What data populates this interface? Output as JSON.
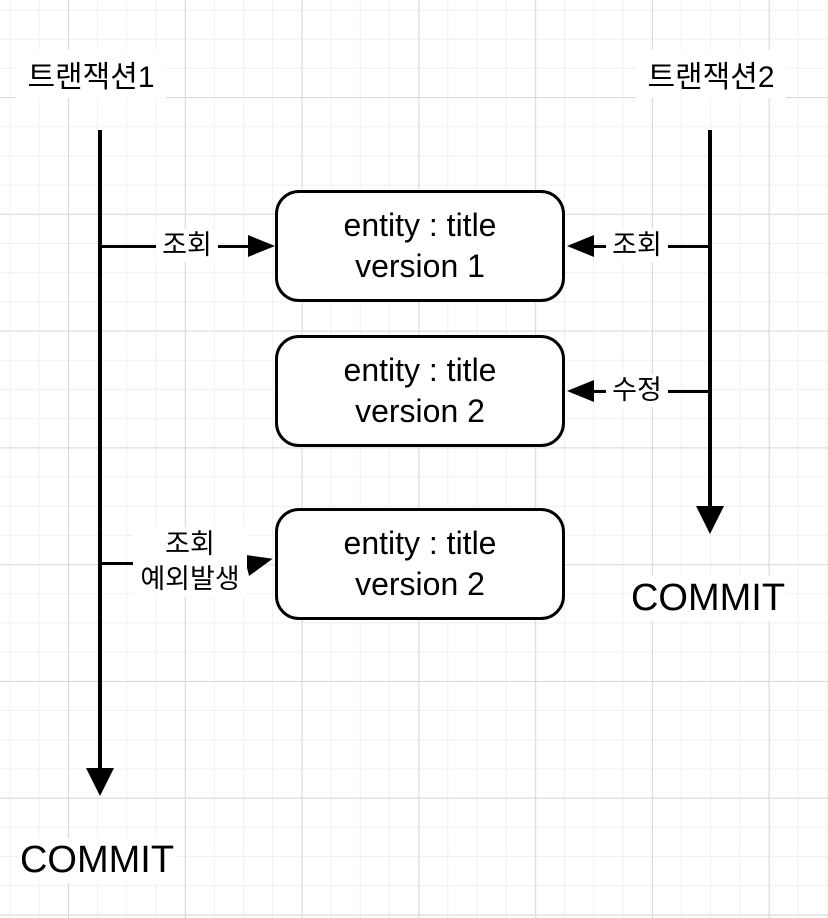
{
  "diagram": {
    "title_implied": "optimistic-lock version conflict between two transactions",
    "colors": {
      "ink": "#000000",
      "background": "#ffffff",
      "grid_minor": "#f0f0f0",
      "grid_major": "#d9d9d9"
    },
    "transactions": [
      {
        "label": "트랜잭션1",
        "commit_label": "COMMIT"
      },
      {
        "label": "트랜잭션2",
        "commit_label": "COMMIT"
      }
    ],
    "entities": [
      {
        "line1": "entity : title",
        "line2": "version 1"
      },
      {
        "line1": "entity : title",
        "line2": "version 2"
      },
      {
        "line1": "entity : title",
        "line2": "version 2"
      }
    ],
    "operations": [
      {
        "label": "조회",
        "from": "트랜잭션1",
        "to": "entity version 1",
        "direction": "right"
      },
      {
        "label": "조회",
        "from": "트랜잭션2",
        "to": "entity version 1",
        "direction": "left"
      },
      {
        "label": "수정",
        "from": "트랜잭션2",
        "to": "entity version 2",
        "direction": "left"
      },
      {
        "label_line1": "조회",
        "label_line2": "예외발생",
        "from": "트랜잭션1",
        "to": "entity version 2",
        "direction": "right"
      }
    ]
  }
}
